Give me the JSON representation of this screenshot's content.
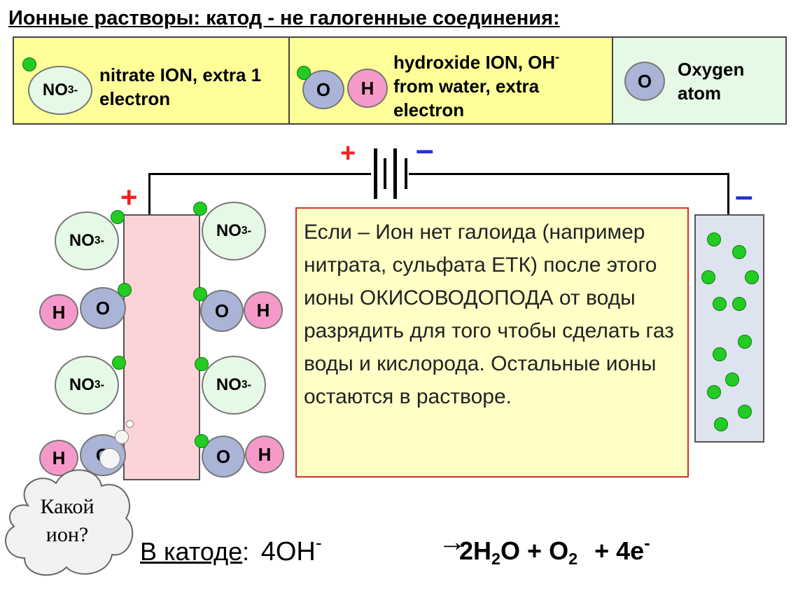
{
  "title": "Ионные растворы: катод - не галогенные соединения:",
  "legend": {
    "nitrate": {
      "symbol": "NO",
      "subscript": "3",
      "charge": "-",
      "text": "nitrate ION, extra 1 electron"
    },
    "hydroxide": {
      "o": "O",
      "h": "H",
      "text": "hydroxide ION, OH",
      "charge": "-",
      "text2": "from water, extra electron"
    },
    "oxygen": {
      "o": "O",
      "text": "Oxygen atom"
    }
  },
  "battery": {
    "plus": "+",
    "minus": "–"
  },
  "electrodes": {
    "left_plus": "+",
    "right_minus": "–"
  },
  "ions": {
    "no3": "NO",
    "sub": "3",
    "charge": "-",
    "o": "O",
    "h": "H"
  },
  "info_text": "Если – Ион нет галоида (например нитрата, сульфата ЕТК) после этого ионы ОКИСОВОДОПОДА от воды разрядить  для того чтобы сделать газ воды и кислорода. Остальные ионы остаются в растворе.",
  "cloud_text": "Какой ион?",
  "equation": {
    "label": "В катоде",
    "colon": ":",
    "left": "4OH",
    "left_charge": "-",
    "arrow": "→",
    "product1": "2H",
    "product1_sub": "2",
    "product1_tail": "O + O",
    "product2_sub": "2",
    "plus_e": "+ 4e",
    "e_charge": "-"
  },
  "colors": {
    "legend_yellow": "#ffff99",
    "legend_green": "#e6f9e6",
    "electron": "#22cc22",
    "plus": "#ee2222",
    "minus": "#2233cc"
  }
}
